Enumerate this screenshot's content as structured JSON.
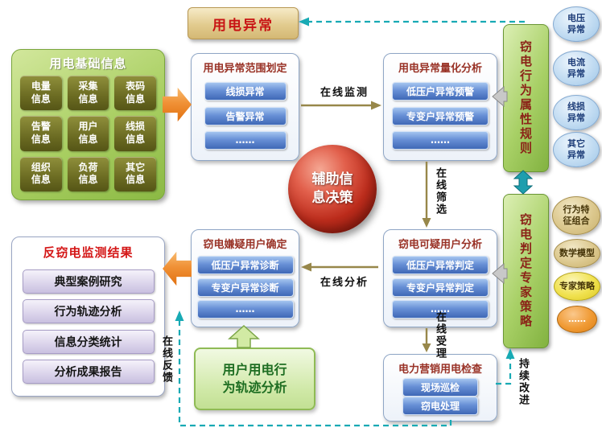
{
  "anomaly_banner": {
    "label": "用电异常"
  },
  "basic_info": {
    "title": "用电基础信息",
    "cells": [
      "电量信息",
      "采集信息",
      "表码信息",
      "告警信息",
      "用户信息",
      "线损信息",
      "组织信息",
      "负荷信息",
      "其它信息"
    ]
  },
  "scope_box": {
    "title": "用电异常范围划定",
    "items": [
      "线损异常",
      "告警异常",
      "……"
    ]
  },
  "quant_box": {
    "title": "用电异常量化分析",
    "items": [
      "低压户异常预警",
      "专变户异常预警",
      "……"
    ]
  },
  "suspicious_box": {
    "title": "窃电可疑用户分析",
    "items": [
      "低压户异常判定",
      "专变户异常判定",
      "……"
    ]
  },
  "suspect_box": {
    "title": "窃电嫌疑用户确定",
    "items": [
      "低压户异常诊断",
      "专变户异常诊断",
      "……"
    ]
  },
  "inspection_box": {
    "title": "电力营销用电检查",
    "items": [
      "现场巡检",
      "窃电处理"
    ]
  },
  "results_box": {
    "title": "反窃电监测结果",
    "items": [
      "典型案例研究",
      "行为轨迹分析",
      "信息分类统计",
      "分析成果报告"
    ]
  },
  "decision_sphere": {
    "label": "辅助信息决策"
  },
  "trajectory_box": {
    "label": "用户用电行为轨迹分析"
  },
  "rules_panel": {
    "title": "窃电行为属性规则",
    "bubbles": [
      "电压异常",
      "电流异常",
      "线损异常",
      "其它异常"
    ]
  },
  "strategy_panel": {
    "title": "窃电判定专家策略",
    "bubbles": [
      "行为特征组合",
      "数学模型",
      "专家策略",
      "……"
    ]
  },
  "flow_labels": {
    "online_monitoring": "在线监测",
    "online_screening": "在线筛选",
    "online_analysis": "在线分析",
    "online_acceptance": "在线受理",
    "online_feedback": "在线反馈",
    "continuous_improvement": "持续改进"
  },
  "colors": {
    "dashed_line_teal": "#18aab4",
    "flow_arrow_tan": "#97874a",
    "orange_arrow": "#f09136",
    "panel_green": "#a8d066",
    "pill_blue": "#3f68b6",
    "title_maroon": "#993226",
    "banner_red": "#c81414"
  }
}
